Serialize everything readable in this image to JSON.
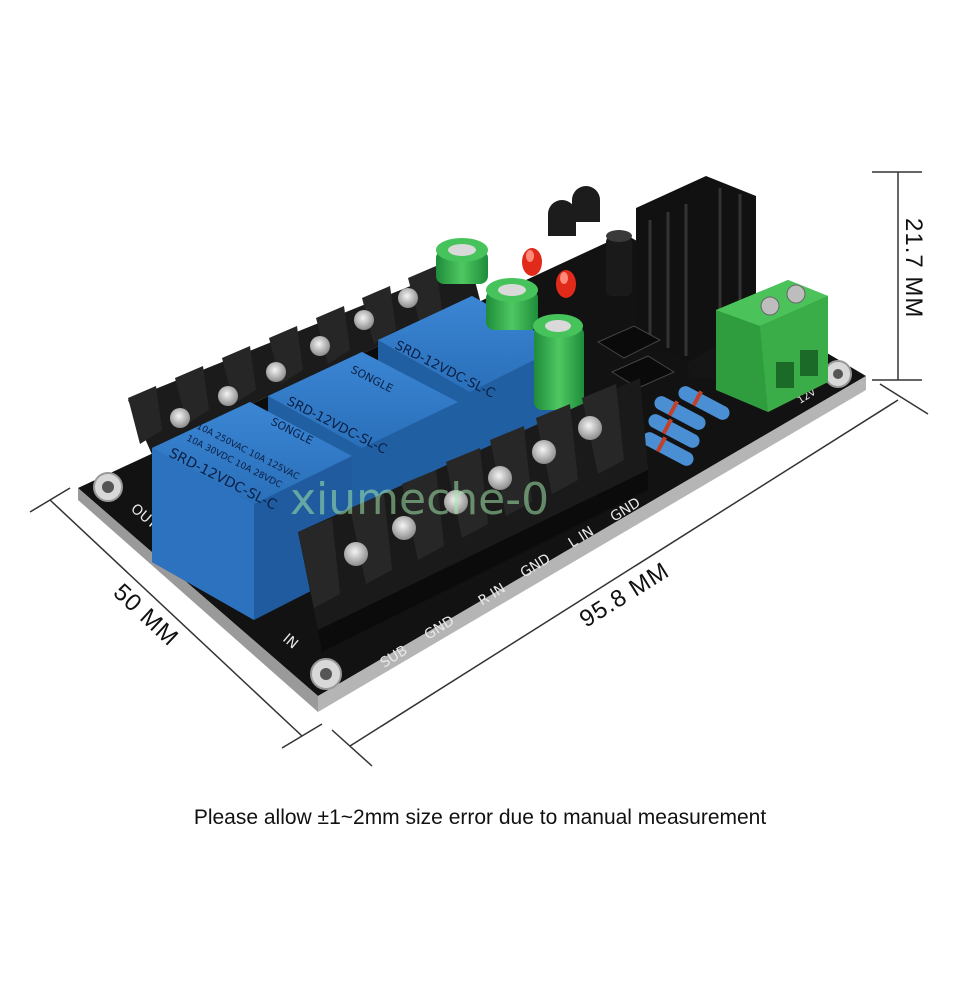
{
  "dimensions": {
    "height": "21.7 MM",
    "length": "95.8 MM",
    "width": "50 MM"
  },
  "caption": "Please allow ±1~2mm size error due to manual measurement",
  "watermark": "xiumeche-0",
  "board_labels": {
    "in": "IN",
    "out": "OUT",
    "sub": "SUB",
    "gnd_1": "GND",
    "rin": "R IN",
    "gnd_2": "GND",
    "lin": "L IN",
    "gnd_3": "GND",
    "power": "12V"
  },
  "relay": {
    "brand": "SONGLE",
    "model": "SRD-12VDC-SL-C",
    "rating_1": "10A 250VAC  10A 125VAC",
    "rating_2": "10A 30VDC   10A 28VDC"
  },
  "colors": {
    "pcb": "#111111",
    "relay": "#2f79c8",
    "terminal": "#3fb34a",
    "capacitor": "#2fa84a"
  }
}
